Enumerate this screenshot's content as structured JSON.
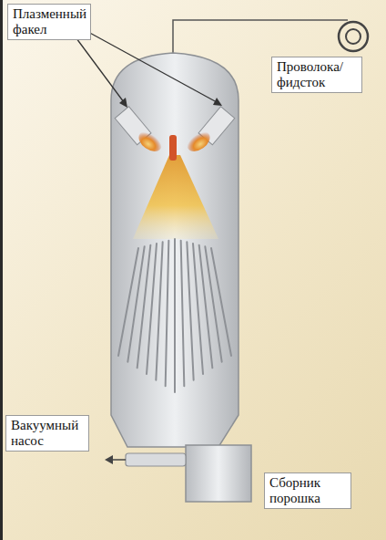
{
  "diagram": {
    "labels": [
      "Плазменный факел",
      "Проволока/ фидсток",
      "Вакуумный насос",
      "Сборник порошка"
    ]
  }
}
